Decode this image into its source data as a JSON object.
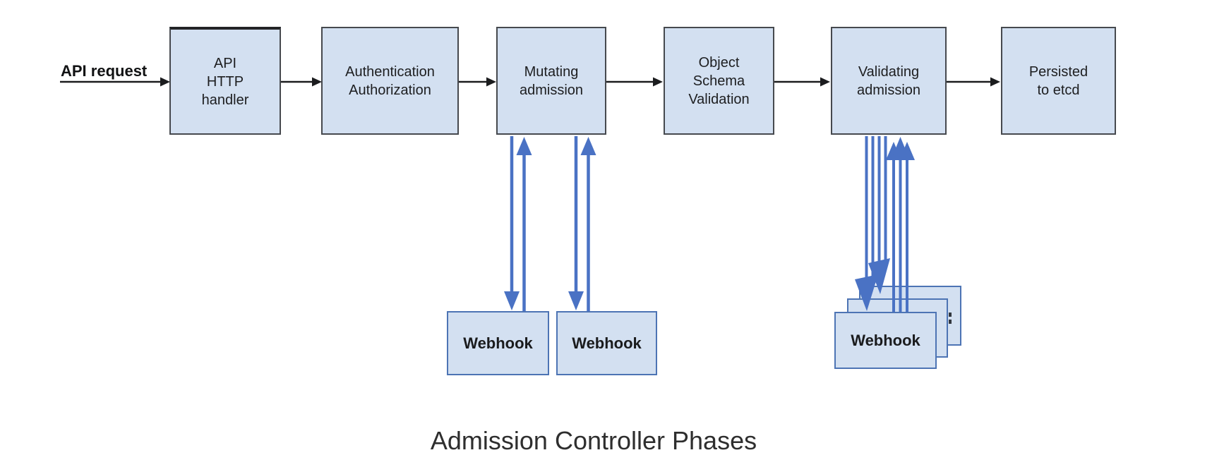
{
  "diagram": {
    "caption": "Admission Controller Phases",
    "source_label": "API request",
    "phases": [
      {
        "label": "API\nHTTP\nhandler"
      },
      {
        "label": "Authentication\nAuthorization"
      },
      {
        "label": "Mutating\nadmission"
      },
      {
        "label": "Object\nSchema\nValidation"
      },
      {
        "label": "Validating\nadmission"
      },
      {
        "label": "Persisted\nto etcd"
      }
    ],
    "webhooks": {
      "mutating": [
        {
          "label": "Webhook"
        },
        {
          "label": "Webhook"
        }
      ],
      "validating_front": {
        "label": "Webhook"
      },
      "validating_stack_count": 3
    },
    "colors": {
      "box_fill": "#d3e0f1",
      "box_border": "#46494e",
      "webhook_border": "#4d74b4",
      "arrow_blue": "#4a72c4",
      "arrow_black": "#1b1c1e",
      "caption_text": "#2e2e2e",
      "label_text": "#1d1e20"
    }
  }
}
